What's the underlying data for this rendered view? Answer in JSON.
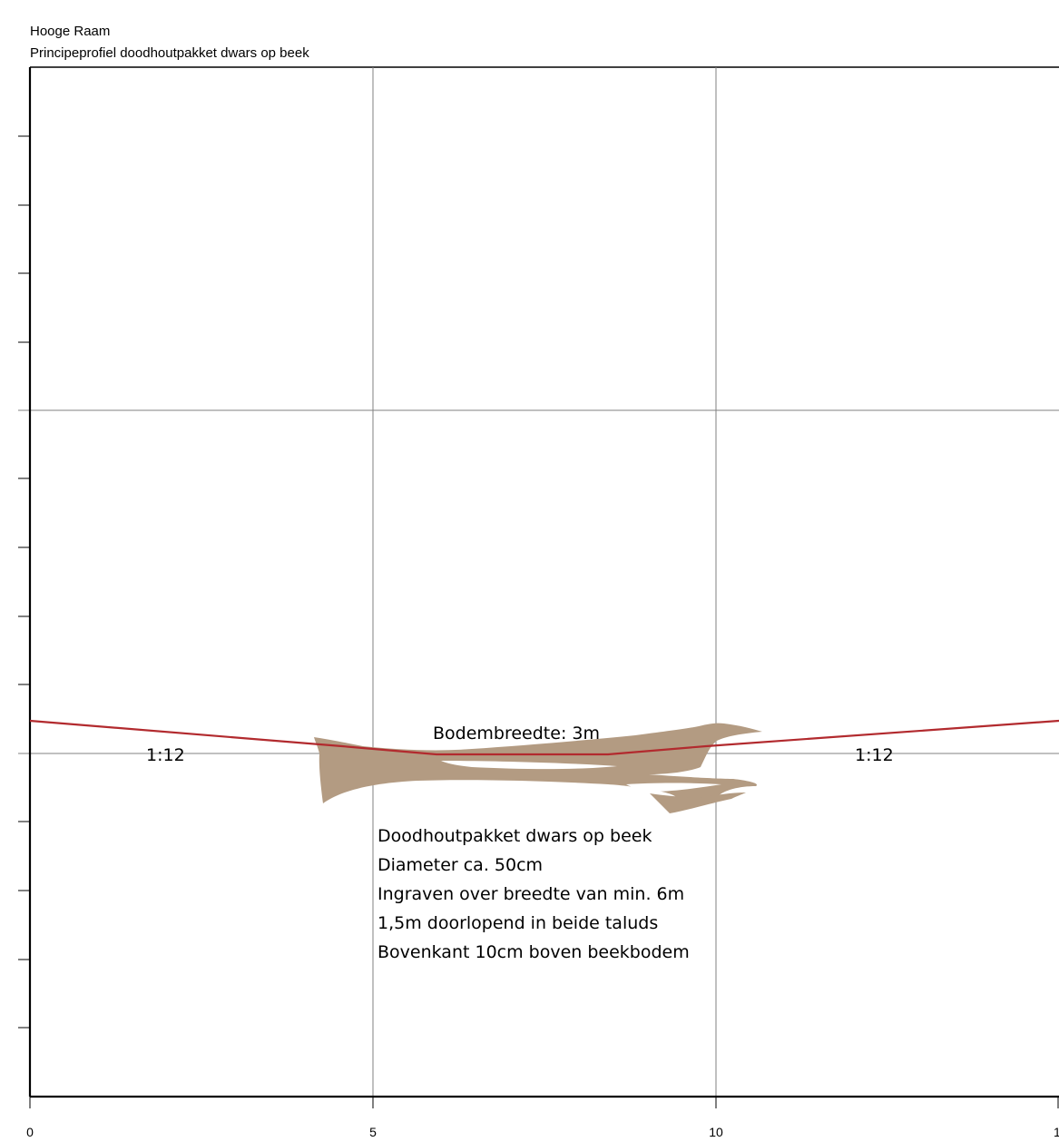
{
  "title": "Hooge Raam",
  "subtitle": "Principeprofiel doodhoutpakket dwars op beek",
  "x_ticks": [
    "0",
    "5",
    "10",
    "1"
  ],
  "slope_left_label": "1:12",
  "slope_right_label": "1:12",
  "bottom_width_label": "Bodembreedte: 3m",
  "notes": [
    "Doodhoutpakket dwars op beek",
    "Diameter ca. 50cm",
    "Ingraven over breedte van min. 6m",
    "1,5m doorlopend in beide taluds",
    "Bovenkant 10cm boven beekbodem"
  ],
  "colors": {
    "profile_line": "#b22a2e",
    "deadwood": "#b39b82",
    "grid": "#808080",
    "axis": "#000000"
  }
}
